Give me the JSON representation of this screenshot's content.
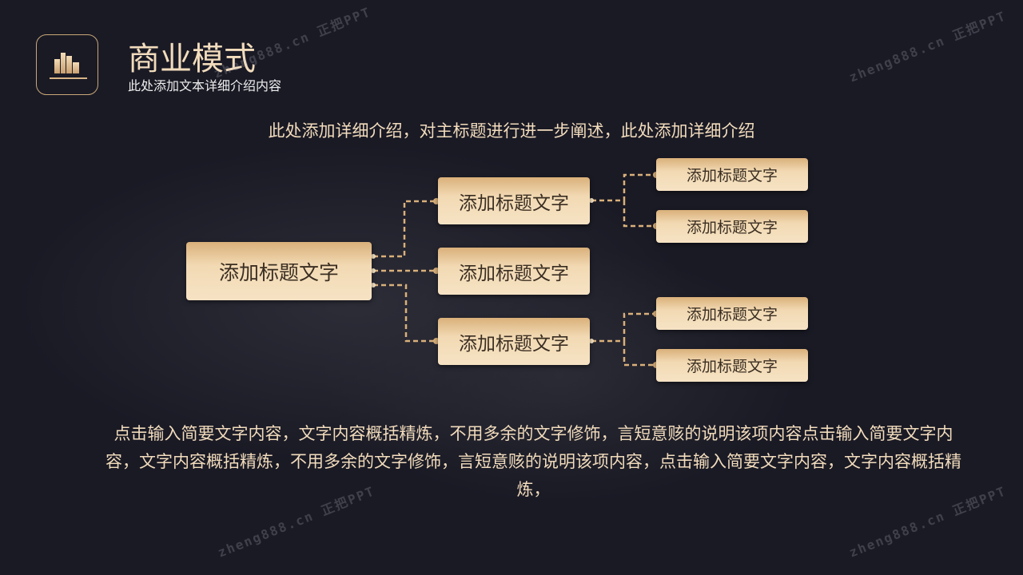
{
  "header": {
    "title": "商业模式",
    "subtitle": "此处添加文本详细介绍内容",
    "logo_icon": "bar-chart-icon"
  },
  "intro": "此处添加详细介绍，对主标题进行进一步阐述，此处添加详细介绍",
  "diagram": {
    "root": "添加标题文字",
    "branches": [
      {
        "label": "添加标题文字",
        "children": [
          "添加标题文字",
          "添加标题文字"
        ]
      },
      {
        "label": "添加标题文字",
        "children": []
      },
      {
        "label": "添加标题文字",
        "children": [
          "添加标题文字",
          "添加标题文字"
        ]
      }
    ]
  },
  "body_text": "点击输入简要文字内容，文字内容概括精炼，不用多余的文字修饰，言短意赅的说明该项内容点击输入简要文字内容，文字内容概括精炼，不用多余的文字修饰，言短意赅的说明该项内容，点击输入简要文字内容，文字内容概括精炼，",
  "watermark": "zheng888.cn 正把PPT",
  "colors": {
    "background": "#1a1a25",
    "gold": "#d9b07a",
    "text": "#f2dcbc"
  }
}
